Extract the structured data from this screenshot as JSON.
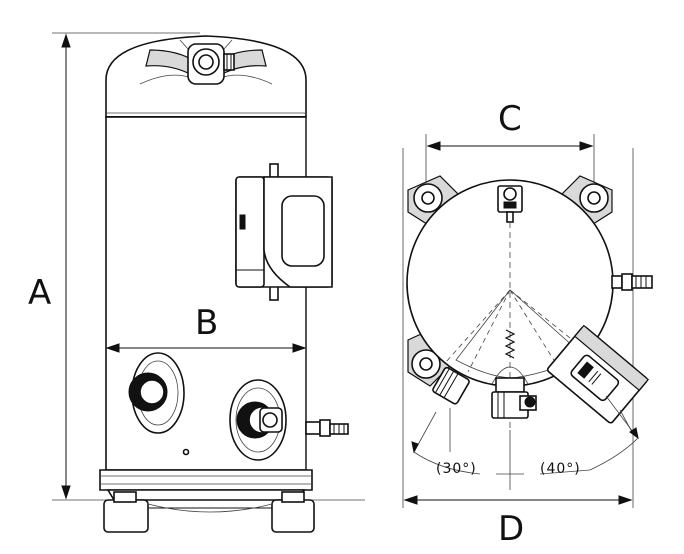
{
  "dimensions": {
    "height_label": "A",
    "width_label": "B",
    "mount_spacing_label": "C",
    "overall_width_label": "D"
  },
  "angles": {
    "left": "(30°)",
    "right": "(40°)"
  },
  "colors": {
    "line": "#111111",
    "shade": "#d9d9d9",
    "dark": "#8c8c8c"
  }
}
